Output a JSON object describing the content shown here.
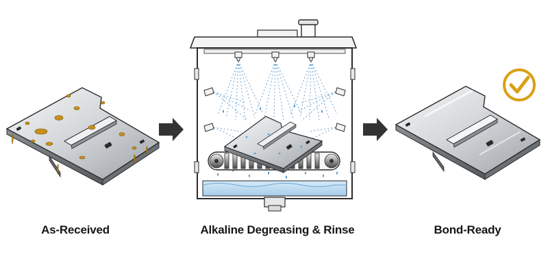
{
  "steps": [
    {
      "label": "As-Received"
    },
    {
      "label": "Alkaline Degreasing & Rinse"
    },
    {
      "label": "Bond-Ready"
    }
  ],
  "icons": {
    "arrow": "arrow-right-icon",
    "check": "check-circle-icon"
  },
  "colors": {
    "contaminant": "#c8901a",
    "spray": "#4a90c8",
    "check": "#d9a017",
    "arrow": "#333333",
    "outline": "#2a2a2a"
  }
}
